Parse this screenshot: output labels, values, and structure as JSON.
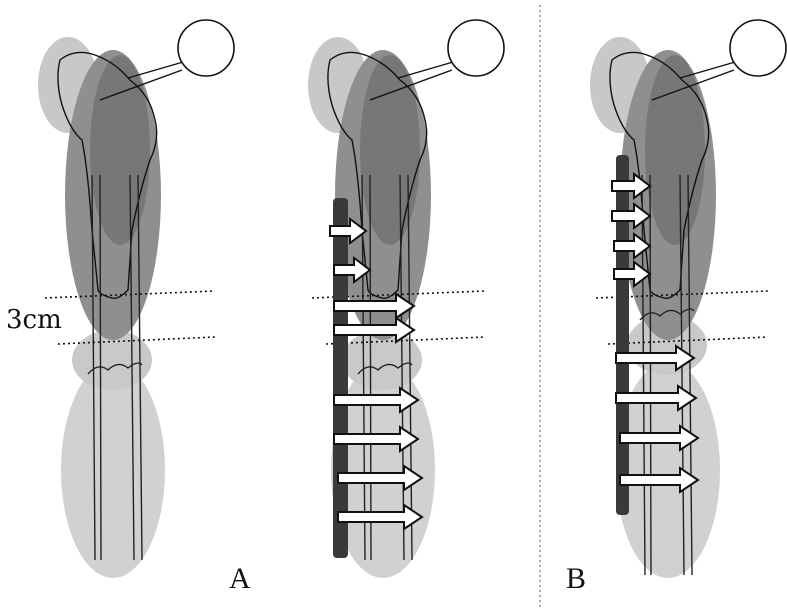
{
  "labels": {
    "panel_a": "A",
    "panel_b": "B",
    "distance": "3cm"
  },
  "colors": {
    "soft_tissue_light": "#cfcfcf",
    "muscle_mid": "#9a9a9a",
    "muscle_dark": "#7a7a7a",
    "implant_dark": "#3a3a3a",
    "outline": "#111111",
    "arrow_fill": "#ffffff"
  }
}
